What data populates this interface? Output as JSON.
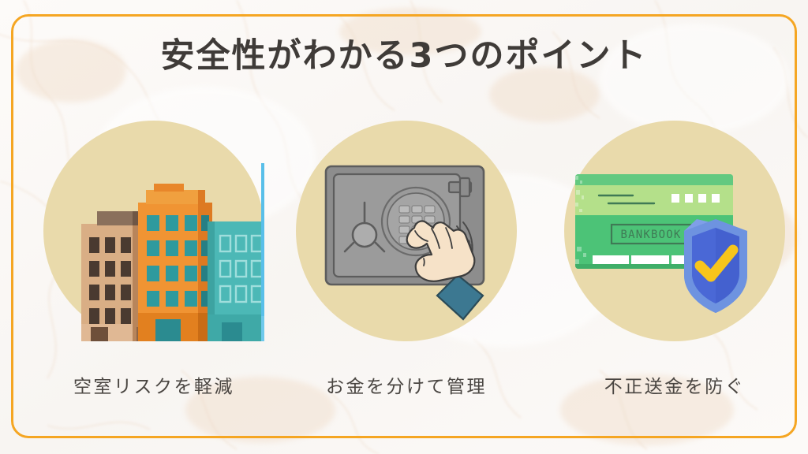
{
  "page": {
    "title": "安全性がわかる3つのポイント",
    "background_color": "#faf8f6",
    "frame_color": "#f5a623",
    "circle_color": "#e9daab",
    "title_color": "#3f3b38",
    "caption_color": "#4a4642"
  },
  "points": [
    {
      "caption": "空室リスクを軽減",
      "icon": "apartment-buildings-icon",
      "colors": {
        "tan_building": "#d6a87c",
        "tan_roof": "#7b6251",
        "orange_building": "#f09433",
        "orange_shade": "#e2761f",
        "teal_building": "#4cb8b6",
        "teal_shade": "#35a3a2",
        "blue_building": "#56bde8",
        "blue_shade": "#2e8fd0"
      }
    },
    {
      "caption": "お金を分けて管理",
      "icon": "safe-with-hand-icon",
      "colors": {
        "safe_body": "#8d8d8d",
        "safe_door": "#9a9a9a",
        "safe_outline": "#5d5d5d",
        "keypad_key": "#b3b3b3",
        "skin": "#f6e2c8",
        "sleeve": "#3c7891"
      }
    },
    {
      "caption": "不正送金を防ぐ",
      "icon": "bankbook-shield-icon",
      "bankbook_label": "BANKBOOK",
      "colors": {
        "book_green": "#4cc377",
        "book_light": "#b4e08a",
        "book_dark": "#3fae68",
        "shield_light": "#6e93e0",
        "shield_dark": "#4461cf",
        "check_yellow": "#f7c51b"
      }
    }
  ]
}
